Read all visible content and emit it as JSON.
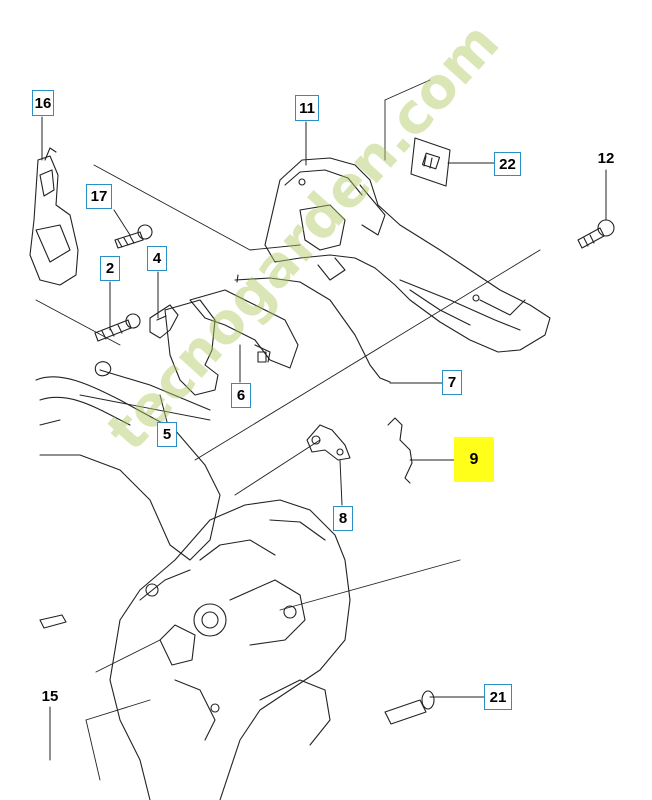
{
  "watermark": {
    "text": "tecnogarden.com",
    "color": "#a8c25a"
  },
  "callouts": [
    {
      "id": "16",
      "label": "16"
    },
    {
      "id": "11",
      "label": "11"
    },
    {
      "id": "22",
      "label": "22"
    },
    {
      "id": "12",
      "label": "12"
    },
    {
      "id": "17",
      "label": "17"
    },
    {
      "id": "4",
      "label": "4"
    },
    {
      "id": "2",
      "label": "2"
    },
    {
      "id": "6",
      "label": "6"
    },
    {
      "id": "7",
      "label": "7"
    },
    {
      "id": "5",
      "label": "5"
    },
    {
      "id": "9",
      "label": "9"
    },
    {
      "id": "8",
      "label": "8"
    },
    {
      "id": "15",
      "label": "15"
    },
    {
      "id": "21",
      "label": "21"
    }
  ],
  "highlight": {
    "part": "9",
    "color": "#ffff1a"
  },
  "callout_border_color": "#2a8fc7"
}
